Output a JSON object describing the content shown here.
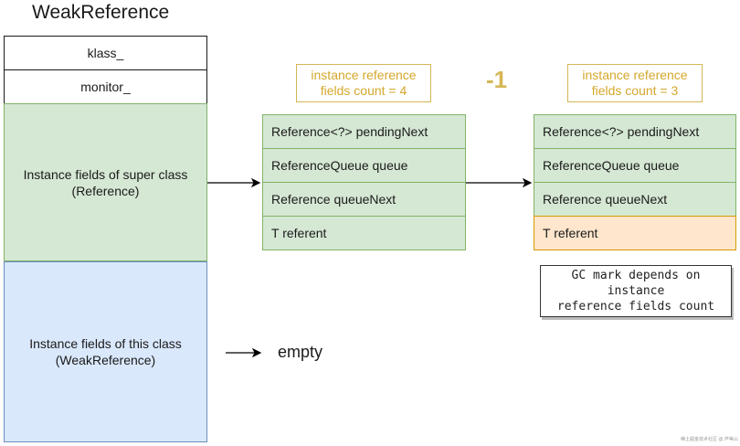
{
  "title": "WeakReference",
  "object_layout": {
    "klass": "klass_",
    "monitor": "monitor_",
    "super_fields": "Instance fields of super class\n(Reference)",
    "this_fields": "Instance fields of this class\n(WeakReference)"
  },
  "left_fields": {
    "note": "instance reference\nfields count = 4",
    "rows": [
      "Reference<?> pendingNext",
      "ReferenceQueue queue",
      "Reference queueNext",
      "T referent"
    ]
  },
  "minus_label": "-1",
  "right_fields": {
    "note": "instance reference\nfields count = 3",
    "rows": [
      "Reference<?> pendingNext",
      "ReferenceQueue queue",
      "Reference queueNext",
      "T referent"
    ]
  },
  "gc_note": "GC mark depends on instance\nreference fields count",
  "empty_label": "empty",
  "watermark": "稀土掘金技术社区 @ 芦苇山",
  "colors": {
    "green_fill": "#d5e8d4",
    "green_border": "#82b366",
    "blue_fill": "#dae8fc",
    "blue_border": "#6c8ebf",
    "orange_fill": "#ffe6cc",
    "orange_border": "#d79b00",
    "note_accent": "#d6b656"
  }
}
